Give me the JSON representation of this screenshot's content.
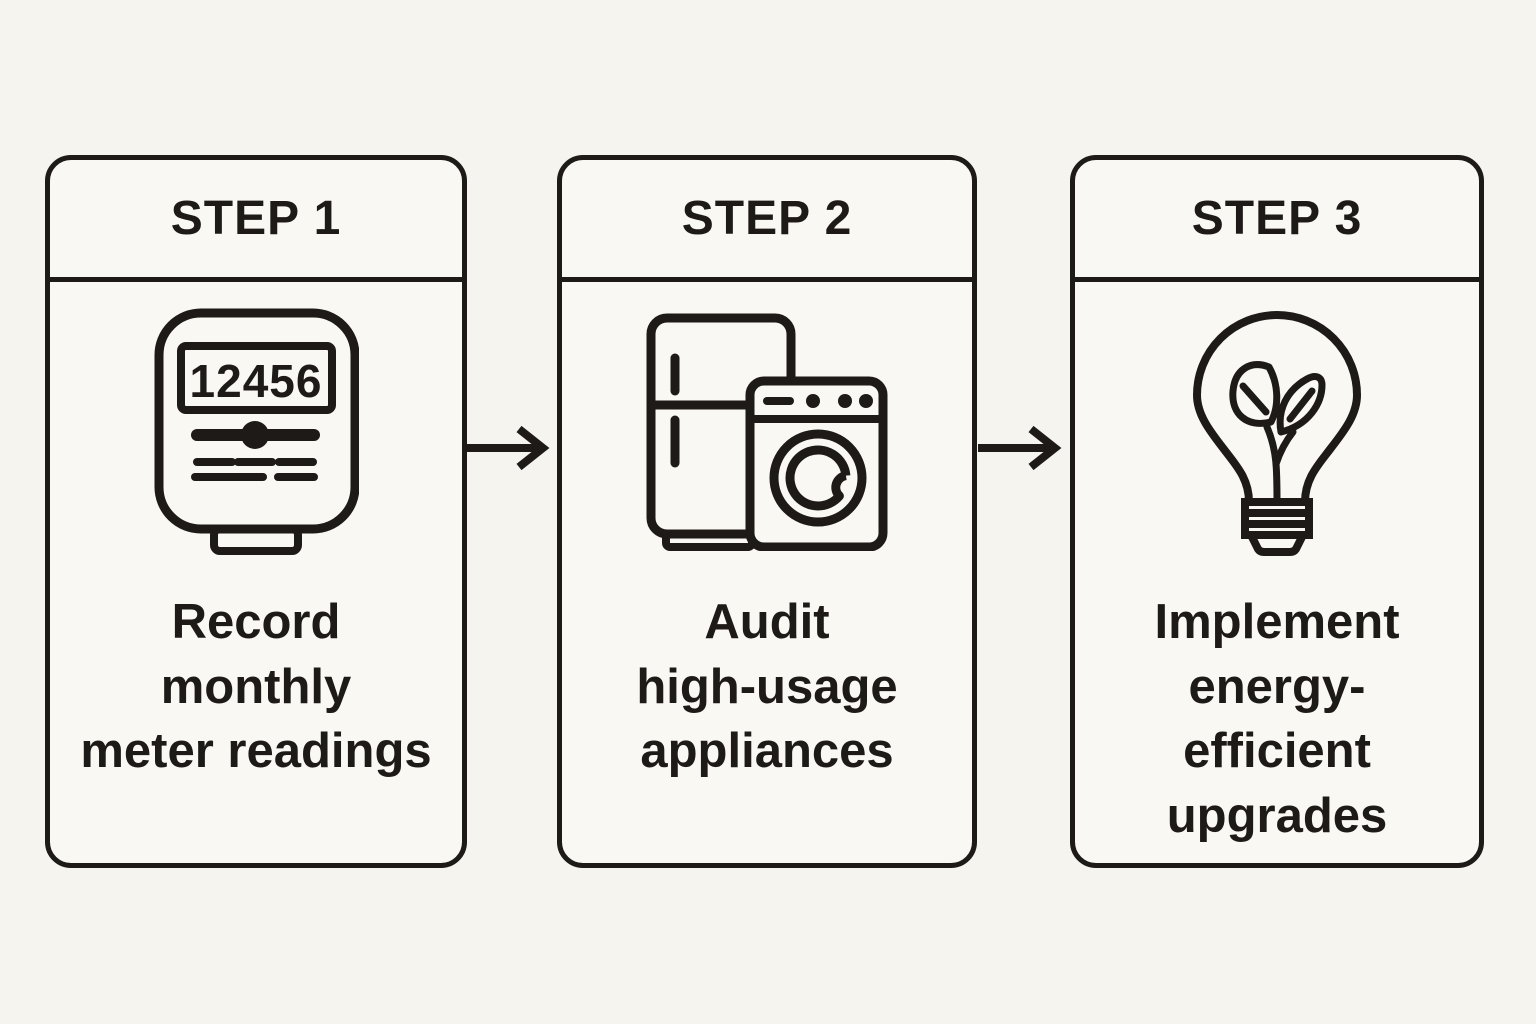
{
  "theme": {
    "background": "#f6f4ee",
    "card_background": "#faf8f3",
    "ink": "#1d1a17"
  },
  "cards": [
    {
      "step_label": "STEP 1",
      "icon": "electric-meter-icon",
      "meter_reading": "12456",
      "description_lines": [
        "Record",
        "monthly",
        "meter readings"
      ]
    },
    {
      "step_label": "STEP 2",
      "icon": "appliances-icon",
      "description_lines": [
        "Audit",
        "high-usage",
        "appliances"
      ]
    },
    {
      "step_label": "STEP 3",
      "icon": "lightbulb-sprout-icon",
      "description_lines": [
        "Implement",
        "energy-",
        "efficient",
        "upgrades"
      ]
    }
  ],
  "arrows": [
    {
      "icon": "arrow-right-icon"
    },
    {
      "icon": "arrow-right-icon"
    }
  ]
}
